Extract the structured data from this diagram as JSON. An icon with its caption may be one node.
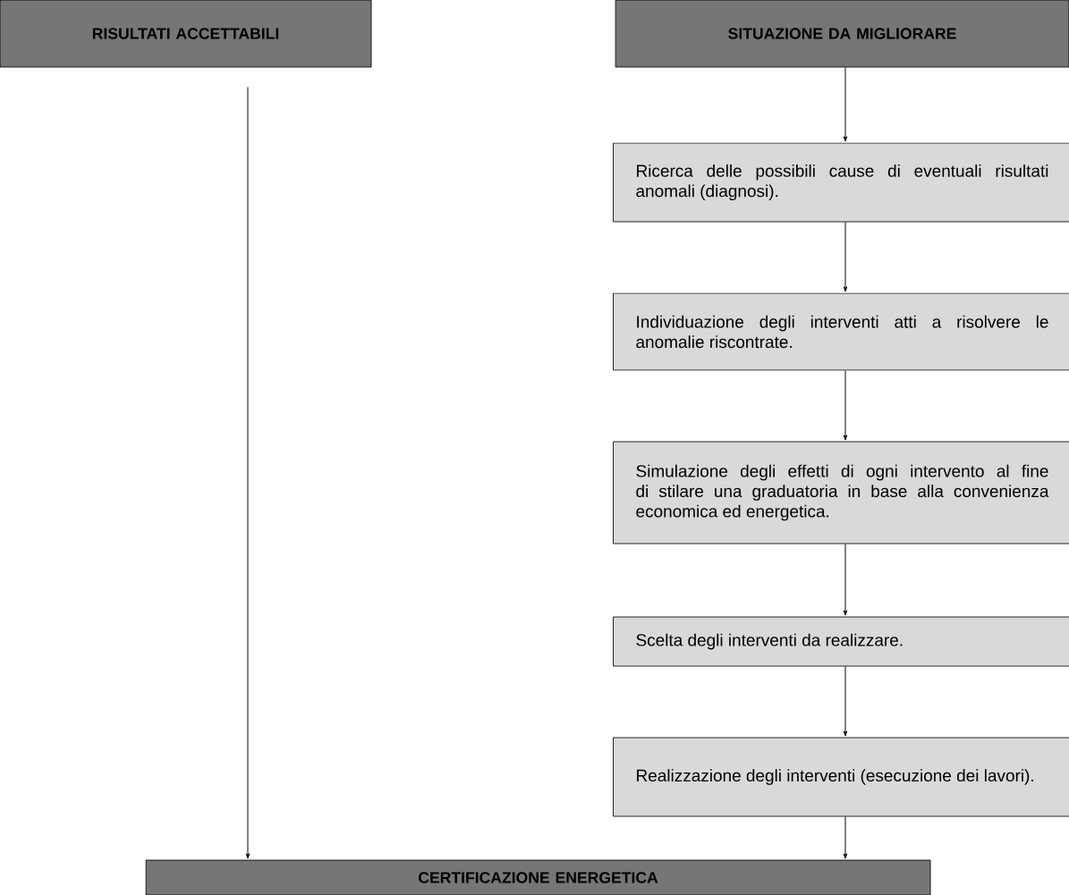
{
  "diagram": {
    "nodes": [
      {
        "text": [
          "RISULTATI ACCETTABILI"
        ]
      },
      {
        "text": [
          "SITUAZIONE DA MIGLIORARE"
        ]
      },
      {
        "text": [
          "Ricerca delle possibili cause di eventuali risultati anomali (diagnosi)."
        ]
      },
      {
        "text": [
          "Individuazione degli interventi atti a risolvere le anomalie riscontrate."
        ]
      },
      {
        "text": [
          "Simulazione degli effetti di ogni intervento al fine di stilare una graduatoria in base alla convenienza economica ed energetica."
        ]
      },
      {
        "text": [
          "Scelta degli interventi da realizzare."
        ]
      },
      {
        "text": [
          "Realizzazione degli interventi (esecuzione dei lavori)."
        ]
      },
      {
        "text": [
          "CERTIFICAZIONE ENERGETICA"
        ]
      }
    ],
    "edges": [
      {
        "from": 0,
        "to": 7,
        "arrow": "to"
      },
      {
        "from": 1,
        "to": 2,
        "arrow": "to"
      },
      {
        "from": 2,
        "to": 3,
        "arrow": "to"
      },
      {
        "from": 3,
        "to": 4,
        "arrow": "to"
      },
      {
        "from": 4,
        "to": 5,
        "arrow": "to"
      },
      {
        "from": 5,
        "to": 6,
        "arrow": "to"
      },
      {
        "from": 6,
        "to": 7,
        "arrow": "to"
      }
    ]
  }
}
